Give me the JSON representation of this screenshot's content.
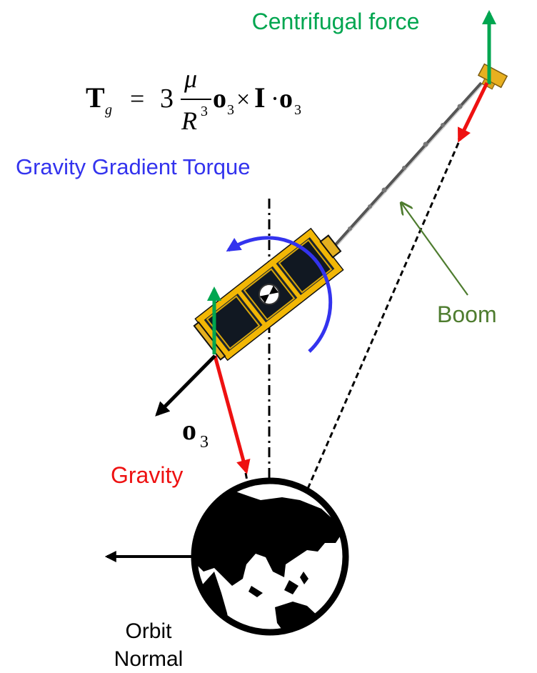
{
  "labels": {
    "centrifugal": "Centrifugal force",
    "torque": "Gravity Gradient Torque",
    "boom": "Boom",
    "gravity": "Gravity",
    "orbit_normal_line1": "Orbit",
    "orbit_normal_line2": "Normal"
  },
  "equation": {
    "lhs_symbol": "T",
    "lhs_subscript": "g",
    "equals": "=",
    "coefficient": "3",
    "numerator": "μ",
    "denominator": "R",
    "denominator_exponent": "3",
    "term1": "o",
    "term1_subscript": "3",
    "cross": "×",
    "inertia": "I",
    "dot": "·",
    "term2": "o",
    "term2_subscript": "3"
  },
  "axis_label": {
    "symbol": "o",
    "subscript": "3"
  },
  "colors": {
    "centrifugal": "#00a650",
    "torque": "#3333ee",
    "boom": "#4e7c2f",
    "gravity": "#ee1111",
    "ink": "#000000",
    "satellite_gold": "#f2b705",
    "panel": "#1c2530"
  }
}
